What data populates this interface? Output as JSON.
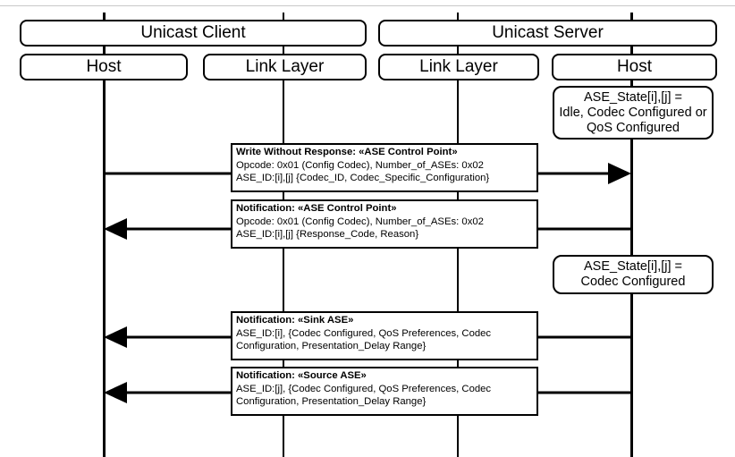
{
  "groups": {
    "client": "Unicast Client",
    "server": "Unicast Server"
  },
  "columns": {
    "client_host": "Host",
    "client_link": "Link Layer",
    "server_link": "Link Layer",
    "server_host": "Host"
  },
  "states": [
    {
      "lines": [
        "ASE_State[i],[j] =",
        "Idle, Codec Configured or",
        "QoS Configured"
      ]
    },
    {
      "lines": [
        "ASE_State[i],[j] =",
        "Codec Configured"
      ]
    }
  ],
  "messages": [
    {
      "title": "Write Without Response: «ASE Control Point»",
      "lines": [
        "Opcode: 0x01 (Config Codec), Number_of_ASEs: 0x02",
        "ASE_ID:[i],[j] {Codec_ID, Codec_Specific_Configuration}"
      ],
      "direction": "client-to-server"
    },
    {
      "title": "Notification: «ASE Control Point»",
      "lines": [
        "Opcode: 0x01 (Config Codec), Number_of_ASEs: 0x02",
        "ASE_ID:[i],[j] {Response_Code, Reason}"
      ],
      "direction": "server-to-client"
    },
    {
      "title": "Notification: «Sink ASE»",
      "lines": [
        "ASE_ID:[i], {Codec Configured, QoS Preferences, Codec",
        "Configuration, Presentation_Delay Range}"
      ],
      "direction": "server-to-client"
    },
    {
      "title": "Notification: «Source ASE»",
      "lines": [
        "ASE_ID:[j], {Codec Configured, QoS Preferences, Codec",
        "Configuration, Presentation_Delay Range}"
      ],
      "direction": "server-to-client"
    }
  ]
}
